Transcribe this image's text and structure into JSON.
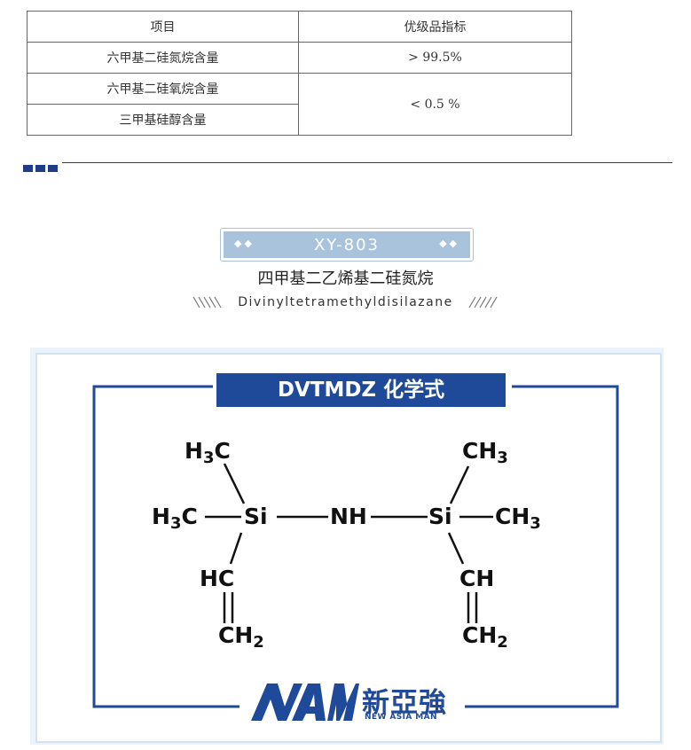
{
  "spec_table": {
    "headers": [
      "项目",
      "优级品指标"
    ],
    "rows": [
      {
        "item": "六甲基二硅氮烷含量",
        "value": "> 99.5%"
      },
      {
        "item": "六甲基二硅氧烷含量",
        "value": "< 0.5 %"
      },
      {
        "item": "三甲基硅醇含量",
        "value": ""
      }
    ]
  },
  "product": {
    "code": "XY-803",
    "name_cn": "四甲基二乙烯基二硅氮烷",
    "name_en": "Divinyltetramethyldisilazane",
    "diamonds": "◆◆"
  },
  "structure": {
    "title": "DVTMDZ 化学式",
    "groups": {
      "h3c": "H",
      "three": "3",
      "c": "C",
      "si": "Si",
      "nh": "NH",
      "ch": "CH",
      "hc": "HC",
      "two": "2"
    }
  },
  "logo": {
    "cn": "新亞強",
    "en": "NEW ASIA MAN",
    "mark_text": "NAM"
  },
  "colors": {
    "brand_blue": "#1f4a9a",
    "banner_blue": "#a9c3dc",
    "divider_blue": "#1f3c88"
  }
}
